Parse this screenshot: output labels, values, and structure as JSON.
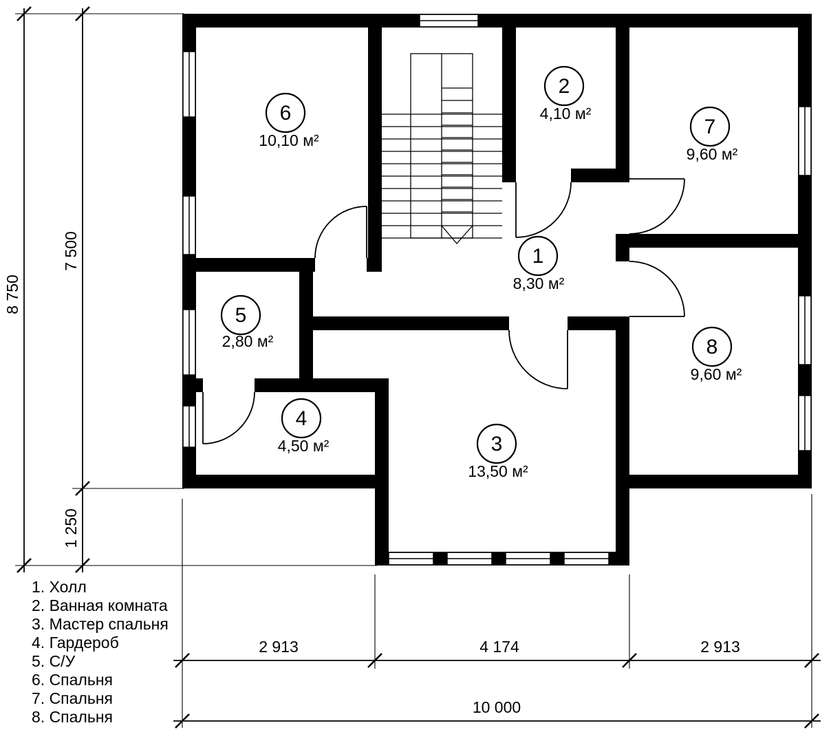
{
  "plan": {
    "rooms": [
      {
        "num": "1",
        "area": "8,30 м²",
        "name": "Холл"
      },
      {
        "num": "2",
        "area": "4,10 м²",
        "name": "Ванная комната"
      },
      {
        "num": "3",
        "area": "13,50 м²",
        "name": "Мастер спальня"
      },
      {
        "num": "4",
        "area": "4,50 м²",
        "name": "Гардероб"
      },
      {
        "num": "5",
        "area": "2,80 м²",
        "name": "С/У"
      },
      {
        "num": "6",
        "area": "10,10 м²",
        "name": "Спальня"
      },
      {
        "num": "7",
        "area": "9,60 м²",
        "name": "Спальня"
      },
      {
        "num": "8",
        "area": "9,60 м²",
        "name": "Спальня"
      }
    ],
    "legend": [
      "1. Холл",
      "2. Ванная комната",
      "3. Мастер спальня",
      "4. Гардероб",
      "5. С/У",
      "6. Спальня",
      "7. Спальня",
      "8. Спальня"
    ],
    "dimensions": {
      "height_total": "8 750",
      "height_upper": "7 500",
      "height_lower": "1 250",
      "width_left": "2 913",
      "width_center": "4 174",
      "width_right": "2 913",
      "width_total": "10 000"
    },
    "colors": {
      "wall": "#000000",
      "background": "#ffffff"
    }
  }
}
